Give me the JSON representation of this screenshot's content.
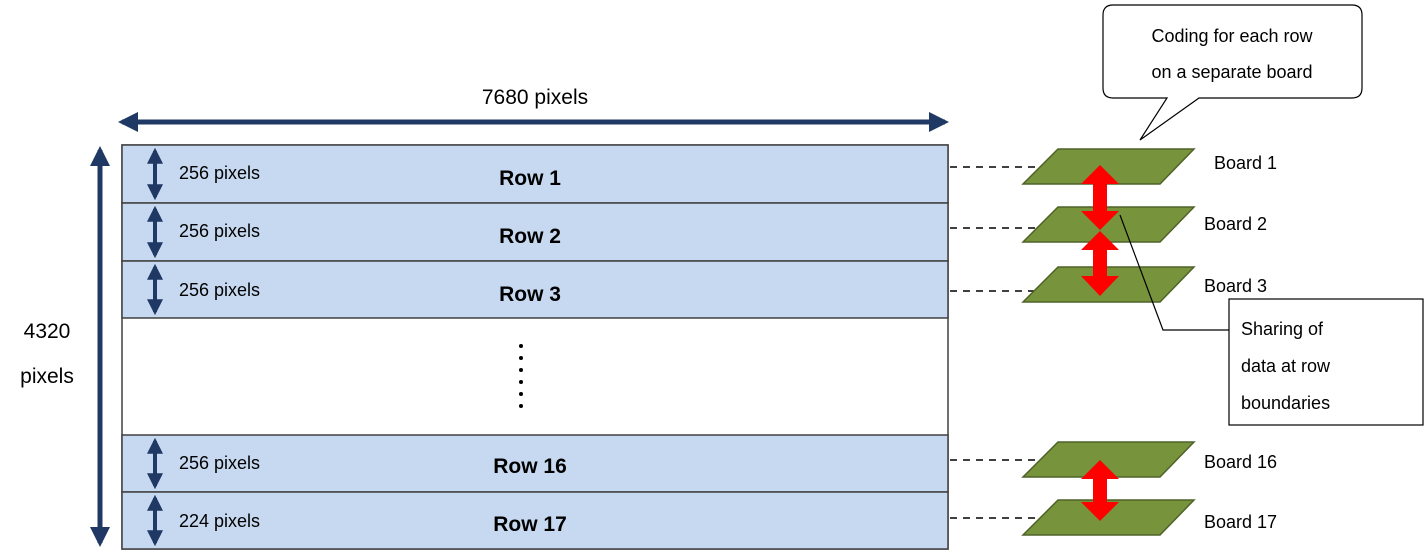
{
  "frame": {
    "width_label": "7680 pixels",
    "height_label_line1": "4320",
    "height_label_line2": "pixels"
  },
  "rows": [
    {
      "label": "Row 1",
      "size": "256 pixels"
    },
    {
      "label": "Row 2",
      "size": "256 pixels"
    },
    {
      "label": "Row 3",
      "size": "256 pixels"
    },
    {
      "label": "Row 16",
      "size": "256 pixels"
    },
    {
      "label": "Row 17",
      "size": "224 pixels"
    }
  ],
  "boards": [
    "Board 1",
    "Board 2",
    "Board 3",
    "Board 16",
    "Board 17"
  ],
  "callout": {
    "line1": "Coding for each row",
    "line2": "on a separate board"
  },
  "note": {
    "line1": "Sharing of",
    "line2": "data at row",
    "line3": "boundaries"
  },
  "colors": {
    "row_fill": "#c6d9f1",
    "frame_stroke": "#404040",
    "dim_arrow": "#1f3864",
    "board_fill": "#77933c",
    "board_stroke": "#4f6228",
    "share_arrow": "#ff0000"
  }
}
